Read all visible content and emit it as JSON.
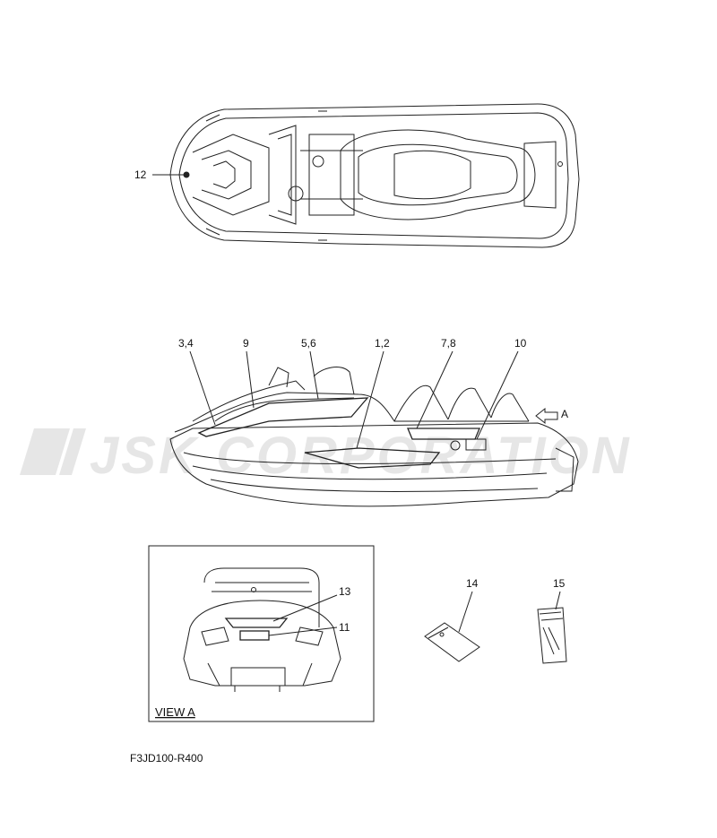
{
  "diagram": {
    "callouts": [
      {
        "id": "12",
        "label": "12"
      },
      {
        "id": "34",
        "label": "3,4"
      },
      {
        "id": "9",
        "label": "9"
      },
      {
        "id": "56",
        "label": "5,6"
      },
      {
        "id": "12b",
        "label": "1,2"
      },
      {
        "id": "78",
        "label": "7,8"
      },
      {
        "id": "10",
        "label": "10"
      },
      {
        "id": "A",
        "label": "A"
      },
      {
        "id": "13",
        "label": "13"
      },
      {
        "id": "11",
        "label": "11"
      },
      {
        "id": "14",
        "label": "14"
      },
      {
        "id": "15",
        "label": "15"
      }
    ],
    "view_label": "VIEW A",
    "diagram_code": "F3JD100-R400",
    "watermark": "JSK CORPORATION",
    "colors": {
      "line": "#222222",
      "watermark": "#e6e6e6",
      "background": "#ffffff"
    }
  }
}
